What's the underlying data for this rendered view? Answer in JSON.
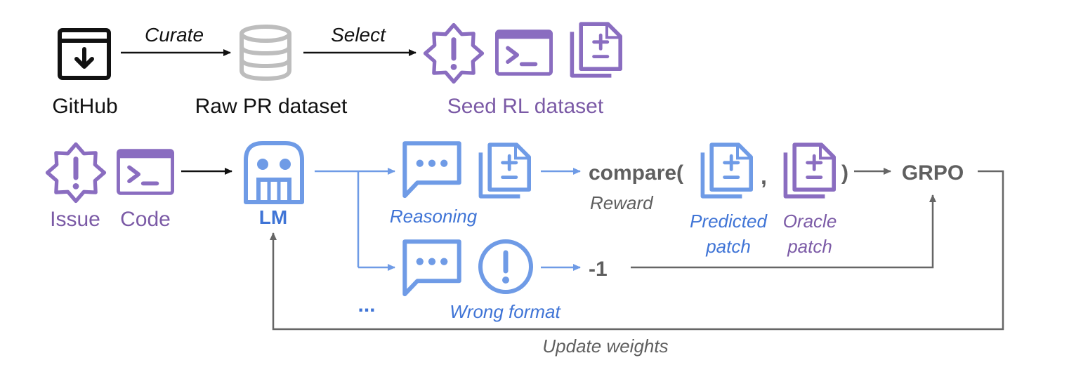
{
  "colors": {
    "black": "#111111",
    "gray": "#bdbdbd",
    "dark_gray": "#5f5f5f",
    "purple": "#8a6dc0",
    "purple_text": "#7b5aa6",
    "blue": "#6f9be6",
    "blue_text": "#3f74d6",
    "arrow_gray": "#666666"
  },
  "top_row": {
    "github_label": "GitHub",
    "raw_label": "Raw PR dataset",
    "seed_label": "Seed RL dataset",
    "curate_label": "Curate",
    "select_label": "Select"
  },
  "inputs": {
    "issue_label": "Issue",
    "code_label": "Code"
  },
  "lm": {
    "label": "LM"
  },
  "branches": {
    "reasoning_label": "Reasoning",
    "wrong_format_label": "Wrong format",
    "ellipsis": "..."
  },
  "reward": {
    "compare_open": "compare(",
    "comma": ",",
    "compare_close": ")",
    "reward_label": "Reward",
    "predicted_line1": "Predicted",
    "predicted_line2": "patch",
    "oracle_line1": "Oracle",
    "oracle_line2": "patch",
    "penalty": "-1"
  },
  "grpo": {
    "label": "GRPO"
  },
  "loop": {
    "update_label": "Update weights"
  },
  "icons": [
    "download-box-icon",
    "database-icon",
    "alert-badge-icon",
    "terminal-icon",
    "patch-files-icon",
    "robot-icon",
    "chat-bubble-icon",
    "alert-circle-icon"
  ]
}
